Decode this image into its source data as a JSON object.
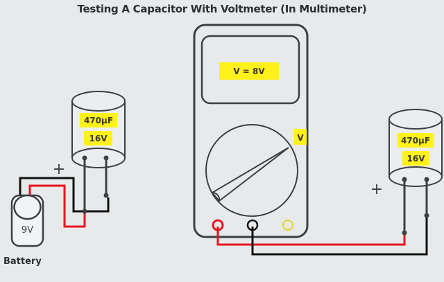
{
  "title": "Testing A Capacitor With Voltmeter (In Multimeter)",
  "battery": {
    "voltage_label": "9V",
    "caption": "Battery"
  },
  "capacitor_left": {
    "capacitance": "470µF",
    "voltage": "16V",
    "polarity_mark": "+"
  },
  "capacitor_right": {
    "capacitance": "470µF",
    "voltage": "16V",
    "polarity_mark": "+"
  },
  "multimeter": {
    "display_reading": "V = 8V",
    "dial_mode_label": "V",
    "ports": [
      "red",
      "black",
      "yellow"
    ]
  },
  "colors": {
    "background": "#e8e9eb",
    "outline": "#3a4044",
    "highlight": "#fff21a",
    "red_wire": "#e8141c",
    "black_wire": "#111111",
    "yellow_port": "#e0d52a"
  }
}
